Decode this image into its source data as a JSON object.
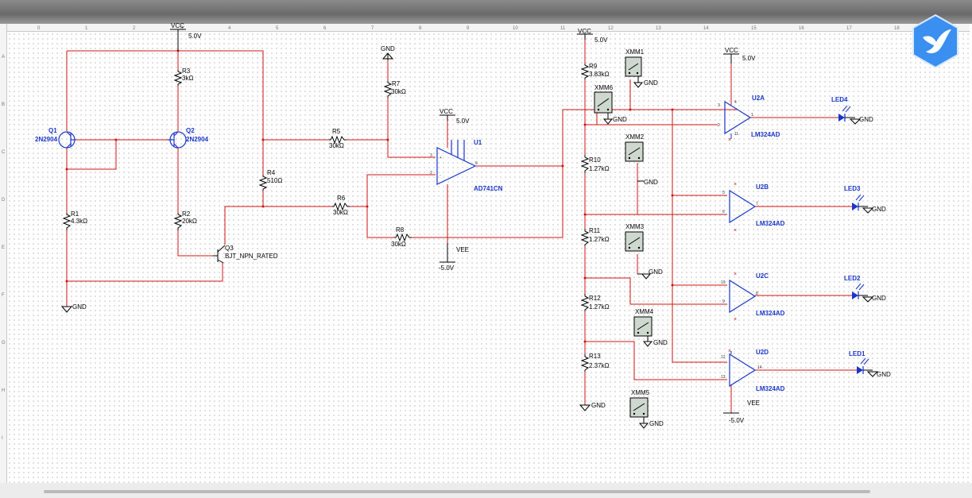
{
  "rulers": {
    "columns": [
      "0",
      "1",
      "2",
      "3",
      "4",
      "5",
      "6",
      "7",
      "8",
      "9",
      "10",
      "11",
      "12",
      "13",
      "14",
      "15",
      "16",
      "17",
      "18"
    ],
    "rows": [
      "A",
      "B",
      "C",
      "D",
      "E",
      "F",
      "G",
      "H",
      "I"
    ]
  },
  "icons": {
    "logo": "bird-logo-icon"
  },
  "power": {
    "vcc1": {
      "name": "VCC",
      "value": "5.0V"
    },
    "vcc2": {
      "name": "VCC",
      "value": "5.0V"
    },
    "vcc3": {
      "name": "VCC",
      "value": "5.0V"
    },
    "vcc4": {
      "name": "VCC",
      "value": "5.0V"
    },
    "vee1": {
      "name": "VEE",
      "value": "-5.0V"
    },
    "vee2": {
      "name": "VEE",
      "value": "-5.0V"
    },
    "gnd": "GND"
  },
  "transistors": {
    "q1": {
      "ref": "Q1",
      "part": "2N2904"
    },
    "q2": {
      "ref": "Q2",
      "part": "2N2904"
    },
    "q3": {
      "ref": "Q3",
      "part": "BJT_NPN_RATED"
    }
  },
  "resistors": {
    "r1": {
      "ref": "R1",
      "value": "4.3kΩ"
    },
    "r2": {
      "ref": "R2",
      "value": "20kΩ"
    },
    "r3": {
      "ref": "R3",
      "value": "3kΩ"
    },
    "r4": {
      "ref": "R4",
      "value": "510Ω"
    },
    "r5": {
      "ref": "R5",
      "value": "30kΩ"
    },
    "r6": {
      "ref": "R6",
      "value": "30kΩ"
    },
    "r7": {
      "ref": "R7",
      "value": "30kΩ"
    },
    "r8": {
      "ref": "R8",
      "value": "30kΩ"
    },
    "r9": {
      "ref": "R9",
      "value": "3.83kΩ"
    },
    "r10": {
      "ref": "R10",
      "value": "1.27kΩ"
    },
    "r11": {
      "ref": "R11",
      "value": "1.27kΩ"
    },
    "r12": {
      "ref": "R12",
      "value": "1.27kΩ"
    },
    "r13": {
      "ref": "R13",
      "value": "2.37kΩ"
    }
  },
  "opamp": {
    "ref": "U1",
    "part": "AD741CN"
  },
  "comparators": {
    "u2a": {
      "ref": "U2A",
      "part": "LM324AD"
    },
    "u2b": {
      "ref": "U2B",
      "part": "LM324AD"
    },
    "u2c": {
      "ref": "U2C",
      "part": "LM324AD"
    },
    "u2d": {
      "ref": "U2D",
      "part": "LM324AD"
    }
  },
  "leds": {
    "led1": "LED1",
    "led2": "LED2",
    "led3": "LED3",
    "led4": "LED4"
  },
  "meters": {
    "xmm1": "XMM1",
    "xmm2": "XMM2",
    "xmm3": "XMM3",
    "xmm4": "XMM4",
    "xmm5": "XMM5",
    "xmm6": "XMM6"
  },
  "pins": {
    "a": {
      "p1": "1",
      "p2": "2",
      "p3": "3",
      "p4": "4",
      "p11": "11"
    },
    "b": {
      "p5": "5",
      "p6": "6",
      "p7": "7"
    },
    "c": {
      "p8": "8",
      "p9": "9",
      "p10": "10"
    },
    "d": {
      "p12": "12",
      "p13": "13",
      "p14": "14"
    },
    "u1": {
      "p2": "2",
      "p3": "3",
      "p6": "6"
    }
  }
}
